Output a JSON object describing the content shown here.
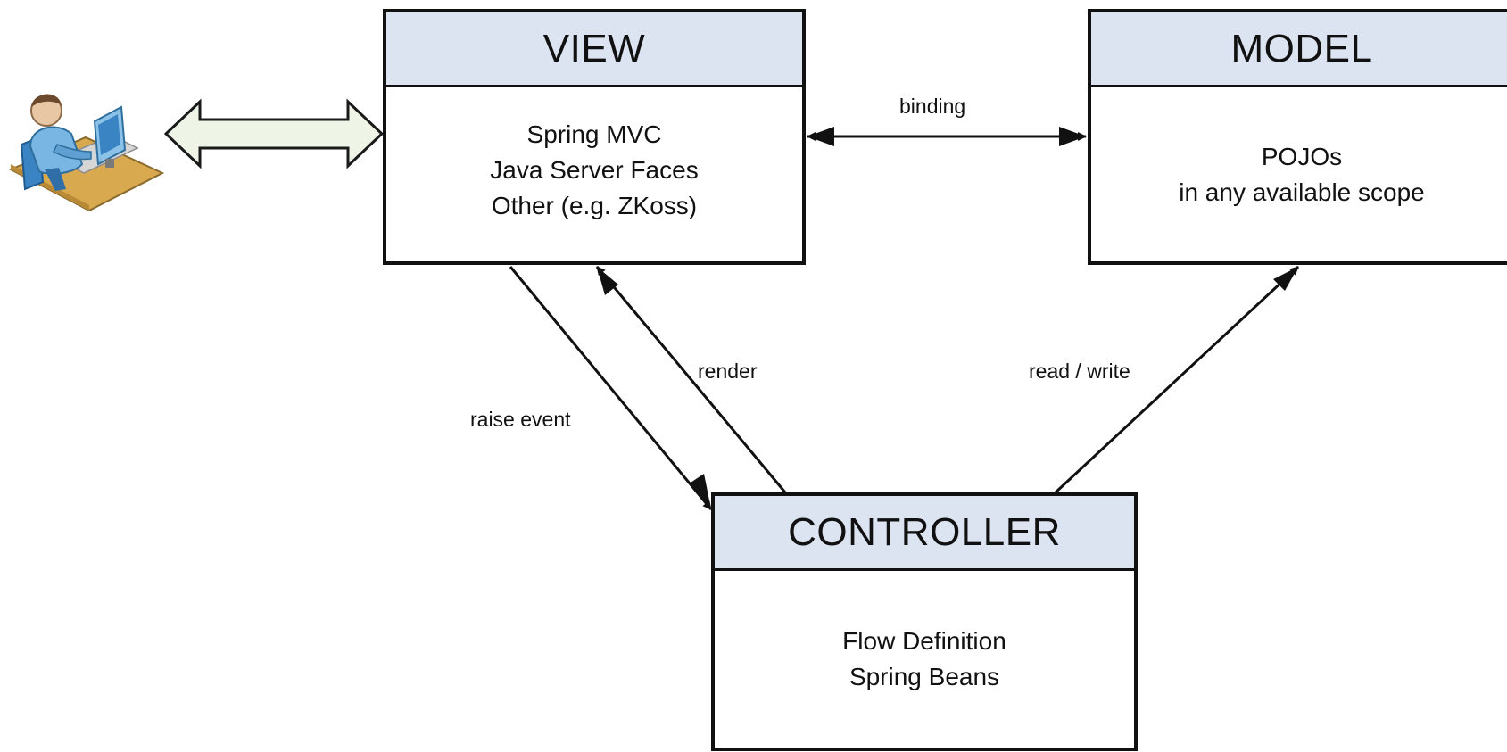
{
  "diagram": {
    "view": {
      "title": "VIEW",
      "lines": [
        "Spring MVC",
        "Java Server Faces",
        "Other (e.g. ZKoss)"
      ]
    },
    "model": {
      "title": "MODEL",
      "lines": [
        "POJOs",
        "in any available scope"
      ]
    },
    "controller": {
      "title": "CONTROLLER",
      "lines": [
        "Flow Definition",
        "Spring Beans"
      ]
    },
    "edges": {
      "binding": "binding",
      "render": "render",
      "raise_event": "raise event",
      "read_write": "read / write"
    },
    "icons": {
      "user": "user-at-computer-icon",
      "interaction_arrow": "double-headed-arrow-icon"
    },
    "colors": {
      "header_fill": "#dce4f2",
      "border": "#111111",
      "arrow_fill": "#eef5e6"
    }
  }
}
